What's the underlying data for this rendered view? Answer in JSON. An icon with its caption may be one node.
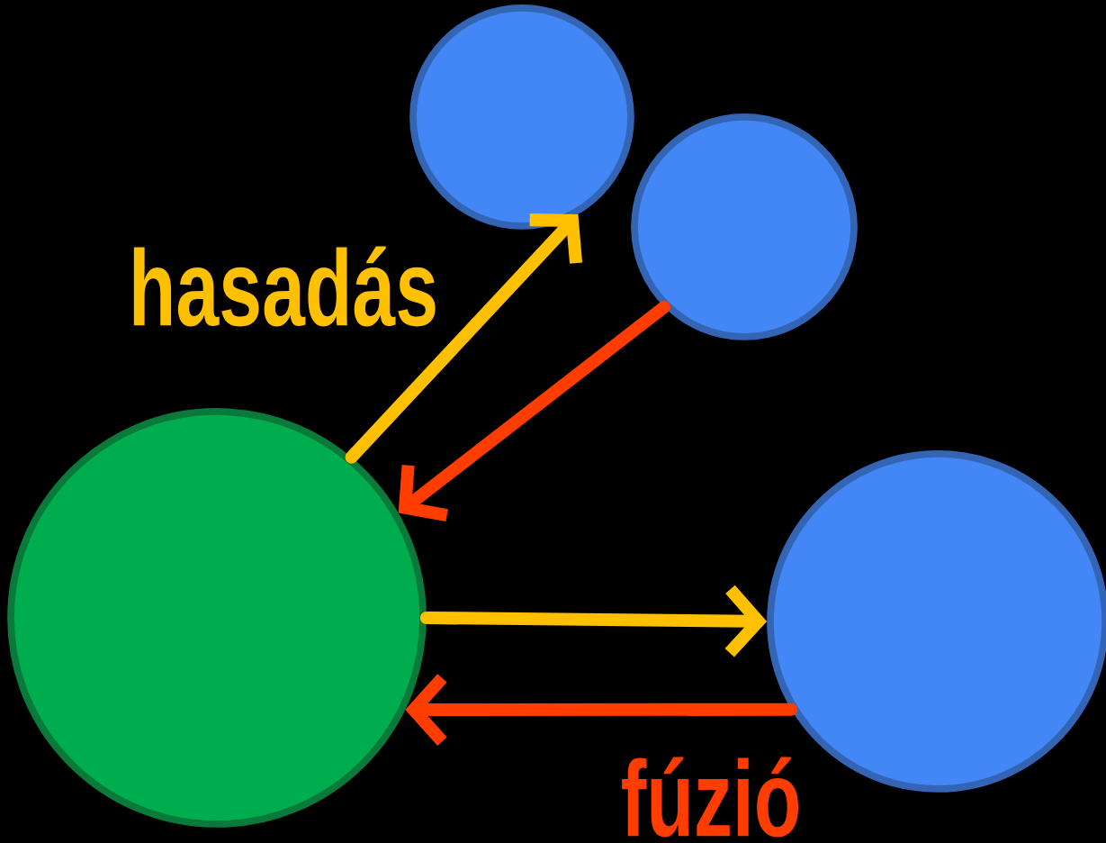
{
  "diagram": {
    "nodes": [
      {
        "text": [],
        "shape": "circle"
      },
      {
        "text": [],
        "shape": "circle"
      },
      {
        "text": [],
        "shape": "circle"
      },
      {
        "text": [],
        "shape": "circle"
      }
    ],
    "edges": [
      {
        "from": 2,
        "to": 0,
        "arrow": "to",
        "color": "#ffc000"
      },
      {
        "from": 1,
        "to": 2,
        "arrow": "to",
        "color": "#ff3d00"
      },
      {
        "from": 2,
        "to": 3,
        "arrow": "to",
        "color": "#ffc000"
      },
      {
        "from": 3,
        "to": 2,
        "arrow": "to",
        "color": "#ff3d00"
      }
    ],
    "labels": [
      "hasadás",
      "fúzió"
    ]
  }
}
